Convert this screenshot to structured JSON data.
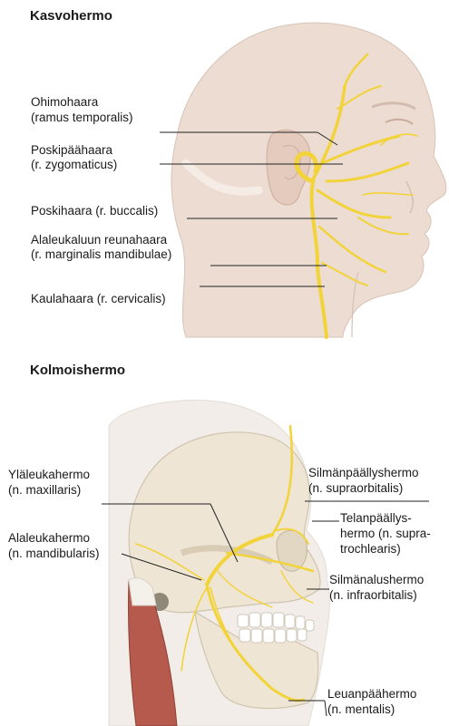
{
  "facial": {
    "title": "Kasvohermo",
    "labels": {
      "temporal_1": "Ohimohaara",
      "temporal_2": "(ramus temporalis)",
      "zygomatic_1": "Poskipäähaara",
      "zygomatic_2": "(r. zygomaticus)",
      "buccal": "Poskihaara (r. buccalis)",
      "marginal_1": "Alaleukaluun reunahaara",
      "marginal_2": "(r. marginalis mandibulae)",
      "cervical": "Kaulahaara (r. cervicalis)"
    }
  },
  "trigeminal": {
    "title": "Kolmoishermo",
    "labels": {
      "maxillary_1": "Yläleukahermo",
      "maxillary_2": "(n. maxillaris)",
      "mandibular_1": "Alaleukahermo",
      "mandibular_2": "(n. mandibularis)",
      "supraorbital_1": "Silmänpäällyshermo",
      "supraorbital_2": "(n. supraorbitalis)",
      "supratrochlear_1": "Telanpäällys-",
      "supratrochlear_2": "hermo (n. supra-",
      "supratrochlear_3": "trochlearis)",
      "infraorbital_1": "Silmänalushermo",
      "infraorbital_2": "(n. infraorbitalis)",
      "mental_1": "Leuanpäähermo",
      "mental_2": "(n. mentalis)"
    }
  },
  "colors": {
    "nerve": "#f2d33a",
    "skin": "#ecdcd2",
    "bone": "#eee5d4",
    "muscle": "#b55a4c",
    "line": "#222222"
  }
}
